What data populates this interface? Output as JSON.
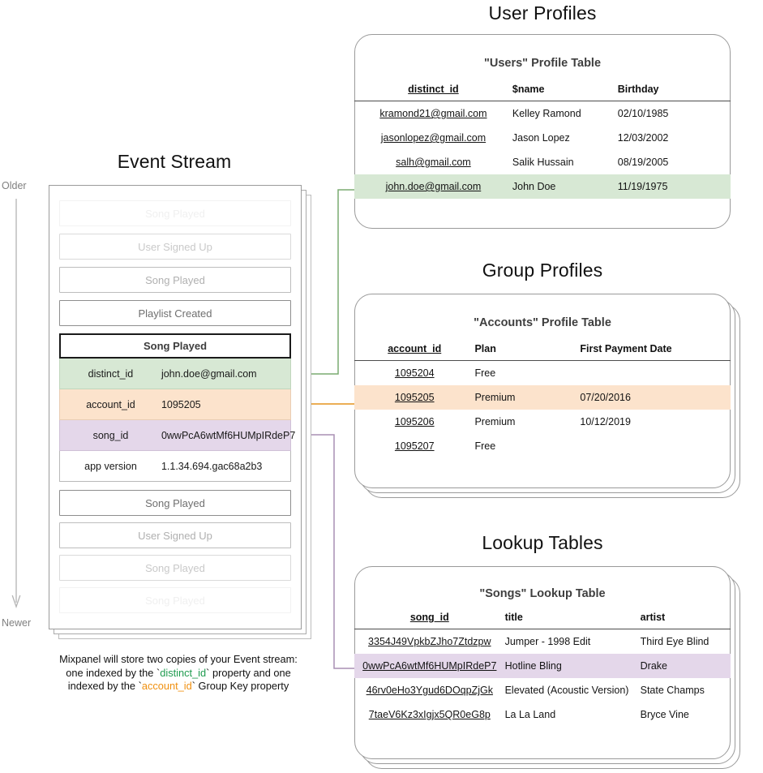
{
  "sections": {
    "event_stream_title": "Event Stream",
    "user_profiles_title": "User Profiles",
    "group_profiles_title": "Group Profiles",
    "lookup_tables_title": "Lookup Tables"
  },
  "axis": {
    "older": "Older",
    "newer": "Newer"
  },
  "event_stream": {
    "events_above": [
      {
        "label": "Song Played",
        "fade": "f1"
      },
      {
        "label": "User Signed Up",
        "fade": "f2"
      },
      {
        "label": "Song Played",
        "fade": "f3"
      },
      {
        "label": "Playlist Created",
        "fade": "f4"
      }
    ],
    "selected_event": {
      "name": "Song Played",
      "properties": [
        {
          "key": "distinct_id",
          "value": "john.doe@gmail.com",
          "tone": "g"
        },
        {
          "key": "account_id",
          "value": "1095205",
          "tone": "o"
        },
        {
          "key": "song_id",
          "value": "0wwPcA6wtMf6HUMpIRdeP7",
          "tone": "p"
        },
        {
          "key": "app version",
          "value": "1.1.34.694.gac68a2b3",
          "tone": "w"
        }
      ]
    },
    "events_below": [
      {
        "label": "Song Played",
        "fade": "f4"
      },
      {
        "label": "User Signed Up",
        "fade": "f3"
      },
      {
        "label": "Song Played",
        "fade": "f2"
      },
      {
        "label": "Song Played",
        "fade": "f1"
      }
    ]
  },
  "caption": {
    "line1": "Mixpanel will store two copies of your Event stream:",
    "line2_a": "one indexed by the `",
    "line2_key": "distinct_id",
    "line2_b": "` property and one",
    "line3_a": "indexed by the `",
    "line3_key": "account_id",
    "line3_b": "` Group Key property"
  },
  "users_table": {
    "title": "\"Users\" Profile Table",
    "columns": [
      "distinct_id",
      "$name",
      "Birthday"
    ],
    "rows": [
      {
        "cells": [
          "kramond21@gmail.com",
          "Kelley Ramond",
          "02/10/1985"
        ],
        "highlight": ""
      },
      {
        "cells": [
          "jasonlopez@gmail.com",
          "Jason Lopez",
          "12/03/2002"
        ],
        "highlight": ""
      },
      {
        "cells": [
          "salh@gmail.com",
          "Salik Hussain",
          "08/19/2005"
        ],
        "highlight": ""
      },
      {
        "cells": [
          "john.doe@gmail.com",
          "John Doe",
          "11/19/1975"
        ],
        "highlight": "hl-green"
      }
    ]
  },
  "accounts_table": {
    "title": "\"Accounts\" Profile Table",
    "columns": [
      "account_id",
      "Plan",
      "First Payment Date"
    ],
    "rows": [
      {
        "cells": [
          "1095204",
          "Free",
          ""
        ],
        "highlight": ""
      },
      {
        "cells": [
          "1095205",
          "Premium",
          "07/20/2016"
        ],
        "highlight": "hl-orange"
      },
      {
        "cells": [
          "1095206",
          "Premium",
          "10/12/2019"
        ],
        "highlight": ""
      },
      {
        "cells": [
          "1095207",
          "Free",
          ""
        ],
        "highlight": ""
      }
    ]
  },
  "songs_table": {
    "title": "\"Songs\" Lookup Table",
    "columns": [
      "song_id",
      "title",
      "artist"
    ],
    "rows": [
      {
        "cells": [
          "3354J49VpkbZJho7Ztdzpw",
          "Jumper - 1998 Edit",
          "Third Eye Blind"
        ],
        "highlight": ""
      },
      {
        "cells": [
          "0wwPcA6wtMf6HUMpIRdeP7",
          "Hotline Bling",
          "Drake"
        ],
        "highlight": "hl-purple"
      },
      {
        "cells": [
          "46rv0eHo3Ygud6DOqpZjGk",
          "Elevated (Acoustic Version)",
          "State Champs"
        ],
        "highlight": ""
      },
      {
        "cells": [
          "7taeV6Kz3xIgjx5QR0eG8p",
          "La La Land",
          "Bryce Vine"
        ],
        "highlight": ""
      }
    ]
  },
  "colors": {
    "distinct_id_green": "#7aab70",
    "account_id_orange": "#e8a33d",
    "song_id_purple": "#a98fb4",
    "row_green": "#d7e8d4",
    "row_orange": "#fce3cc",
    "row_purple": "#e4d7ea",
    "card_border": "#9a9a9a"
  }
}
